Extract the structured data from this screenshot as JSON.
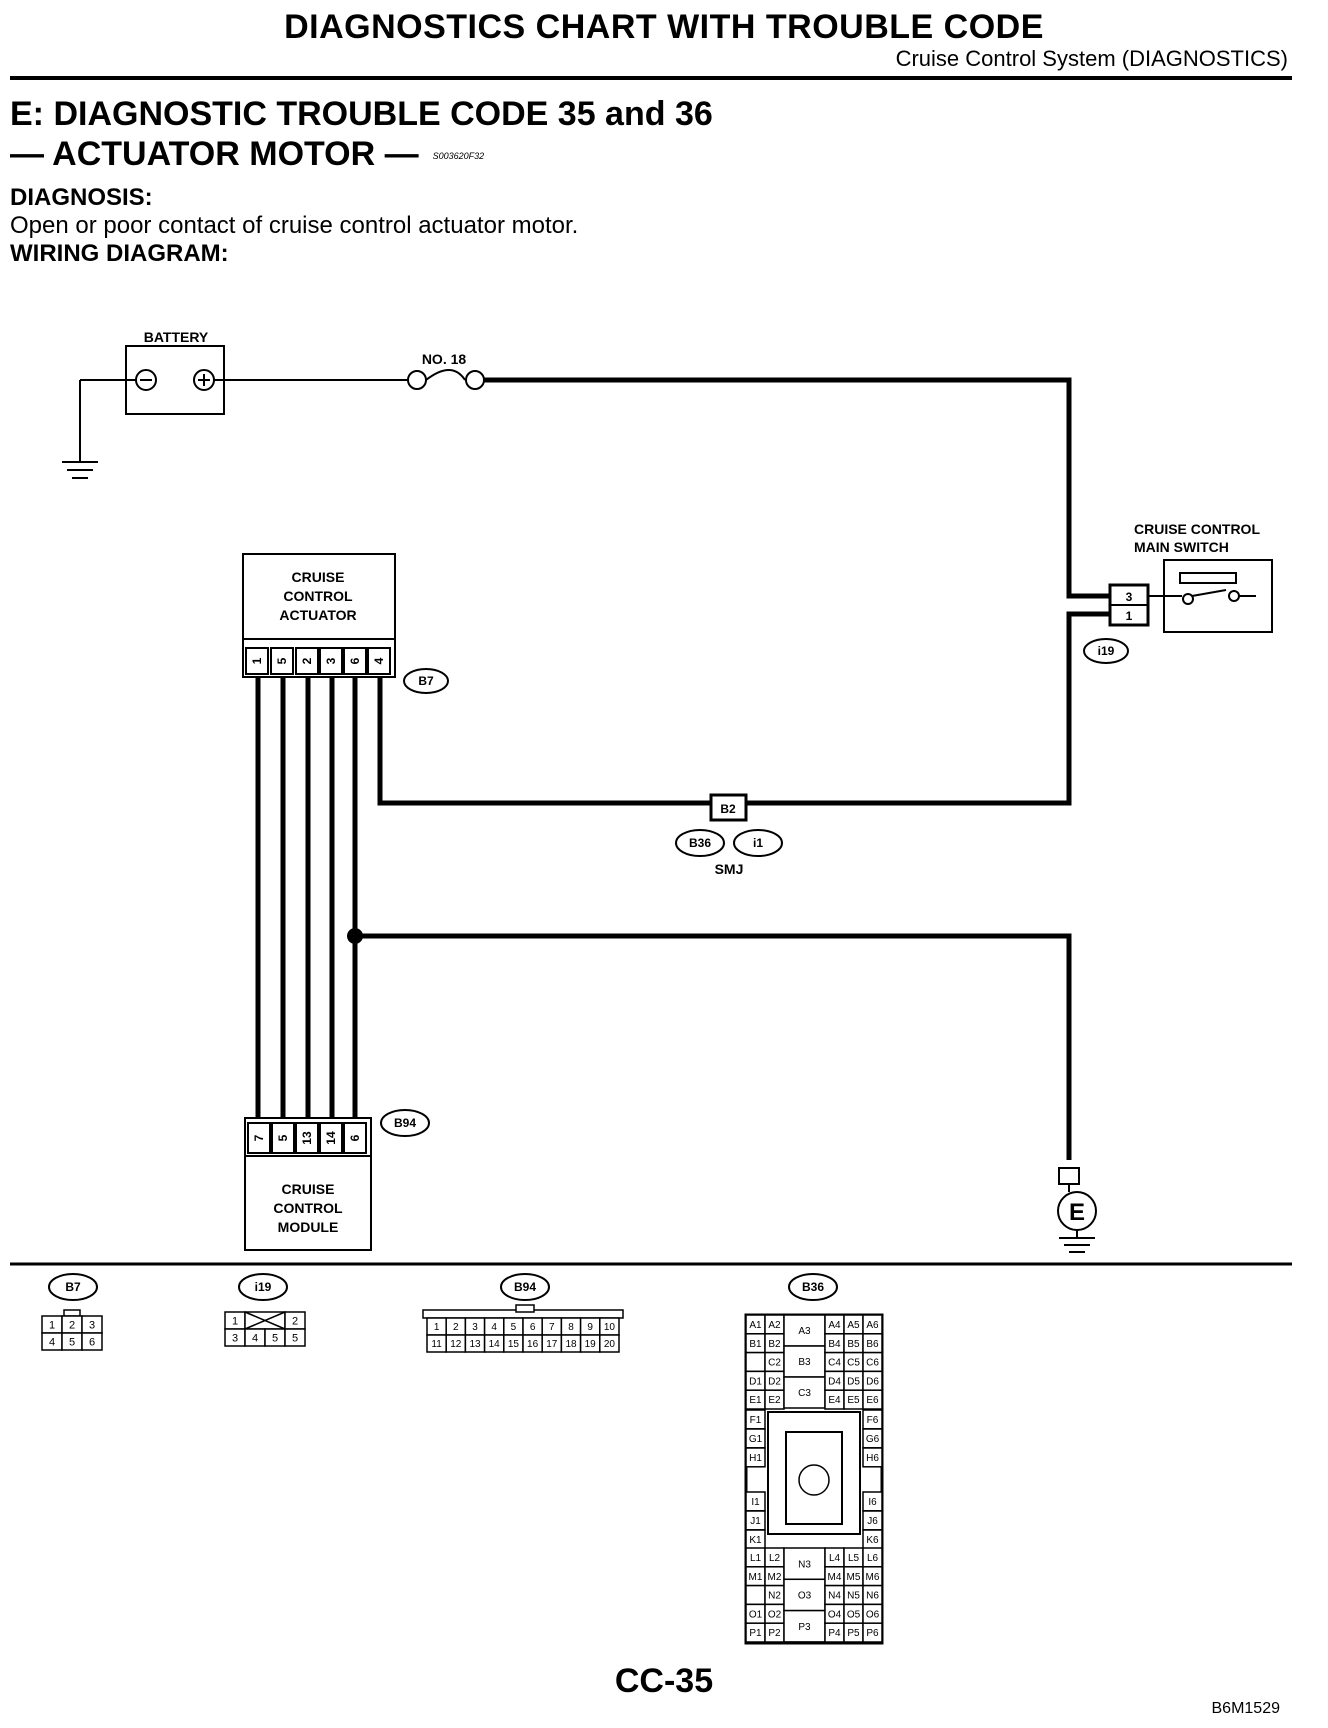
{
  "header": {
    "title": "DIAGNOSTICS CHART WITH TROUBLE CODE",
    "subtitle": "Cruise Control System (DIAGNOSTICS)"
  },
  "section": {
    "title_line1": "E:  DIAGNOSTIC TROUBLE CODE 35 and 36",
    "title_line2": "— ACTUATOR MOTOR —",
    "code": "S003620F32"
  },
  "diagnosis": {
    "heading": "DIAGNOSIS:",
    "text": "Open or poor contact of cruise control actuator motor.",
    "wiring_heading": "WIRING DIAGRAM:"
  },
  "diagram": {
    "battery": "BATTERY",
    "fuse": "NO. 18",
    "main_switch_line1": "CRUISE CONTROL",
    "main_switch_line2": "MAIN SWITCH",
    "switch_pins": [
      "3",
      "1"
    ],
    "switch_conn": "i19",
    "actuator_line1": "CRUISE",
    "actuator_line2": "CONTROL",
    "actuator_line3": "ACTUATOR",
    "actuator_pins": [
      "1",
      "5",
      "2",
      "3",
      "6",
      "4"
    ],
    "actuator_conn": "B7",
    "joint_pin": "B2",
    "joint_conn_a": "B36",
    "joint_conn_b": "i1",
    "joint_label": "SMJ",
    "module_pins": [
      "7",
      "5",
      "13",
      "14",
      "6"
    ],
    "module_conn": "B94",
    "module_line1": "CRUISE",
    "module_line2": "CONTROL",
    "module_line3": "MODULE",
    "ground": "E"
  },
  "connectors": {
    "b7": {
      "label": "B7",
      "row1": [
        "1",
        "2",
        "3"
      ],
      "row2": [
        "4",
        "5",
        "6"
      ]
    },
    "i19": {
      "label": "i19",
      "row1": [
        "1",
        "",
        "2"
      ],
      "row2": [
        "3",
        "4",
        "5",
        "5"
      ]
    },
    "b94": {
      "label": "B94",
      "row1": [
        "1",
        "2",
        "3",
        "4",
        "5",
        "6",
        "7",
        "8",
        "9",
        "10"
      ],
      "row2": [
        "11",
        "12",
        "13",
        "14",
        "15",
        "16",
        "17",
        "18",
        "19",
        "20"
      ]
    },
    "b36": {
      "label": "B36",
      "top_left": [
        [
          "A1",
          "A2"
        ],
        [
          "B1",
          "B2"
        ],
        [
          "",
          "C2"
        ],
        [
          "D1",
          "D2"
        ],
        [
          "E1",
          "E2"
        ]
      ],
      "top_mid": [
        "A3",
        "B3",
        "C3"
      ],
      "top_right": [
        [
          "A4",
          "A5",
          "A6"
        ],
        [
          "B4",
          "B5",
          "B6"
        ],
        [
          "C4",
          "C5",
          "C6"
        ],
        [
          "D4",
          "D5",
          "D6"
        ],
        [
          "E4",
          "E5",
          "E6"
        ]
      ],
      "left_col": [
        "F1",
        "G1",
        "H1",
        "",
        "I1",
        "J1",
        "K1"
      ],
      "right_col": [
        "F6",
        "G6",
        "H6",
        "",
        "I6",
        "J6",
        "K6"
      ],
      "bot_left": [
        [
          "L1",
          "L2"
        ],
        [
          "M1",
          "M2"
        ],
        [
          "",
          "N2"
        ],
        [
          "O1",
          "O2"
        ],
        [
          "P1",
          "P2"
        ]
      ],
      "bot_mid": [
        "N3",
        "O3",
        "P3"
      ],
      "bot_right": [
        [
          "L4",
          "L5",
          "L6"
        ],
        [
          "M4",
          "M5",
          "M6"
        ],
        [
          "N4",
          "N5",
          "N6"
        ],
        [
          "O4",
          "O5",
          "O6"
        ],
        [
          "P4",
          "P5",
          "P6"
        ]
      ]
    }
  },
  "footer": {
    "page": "CC-35",
    "figure": "B6M1529"
  }
}
